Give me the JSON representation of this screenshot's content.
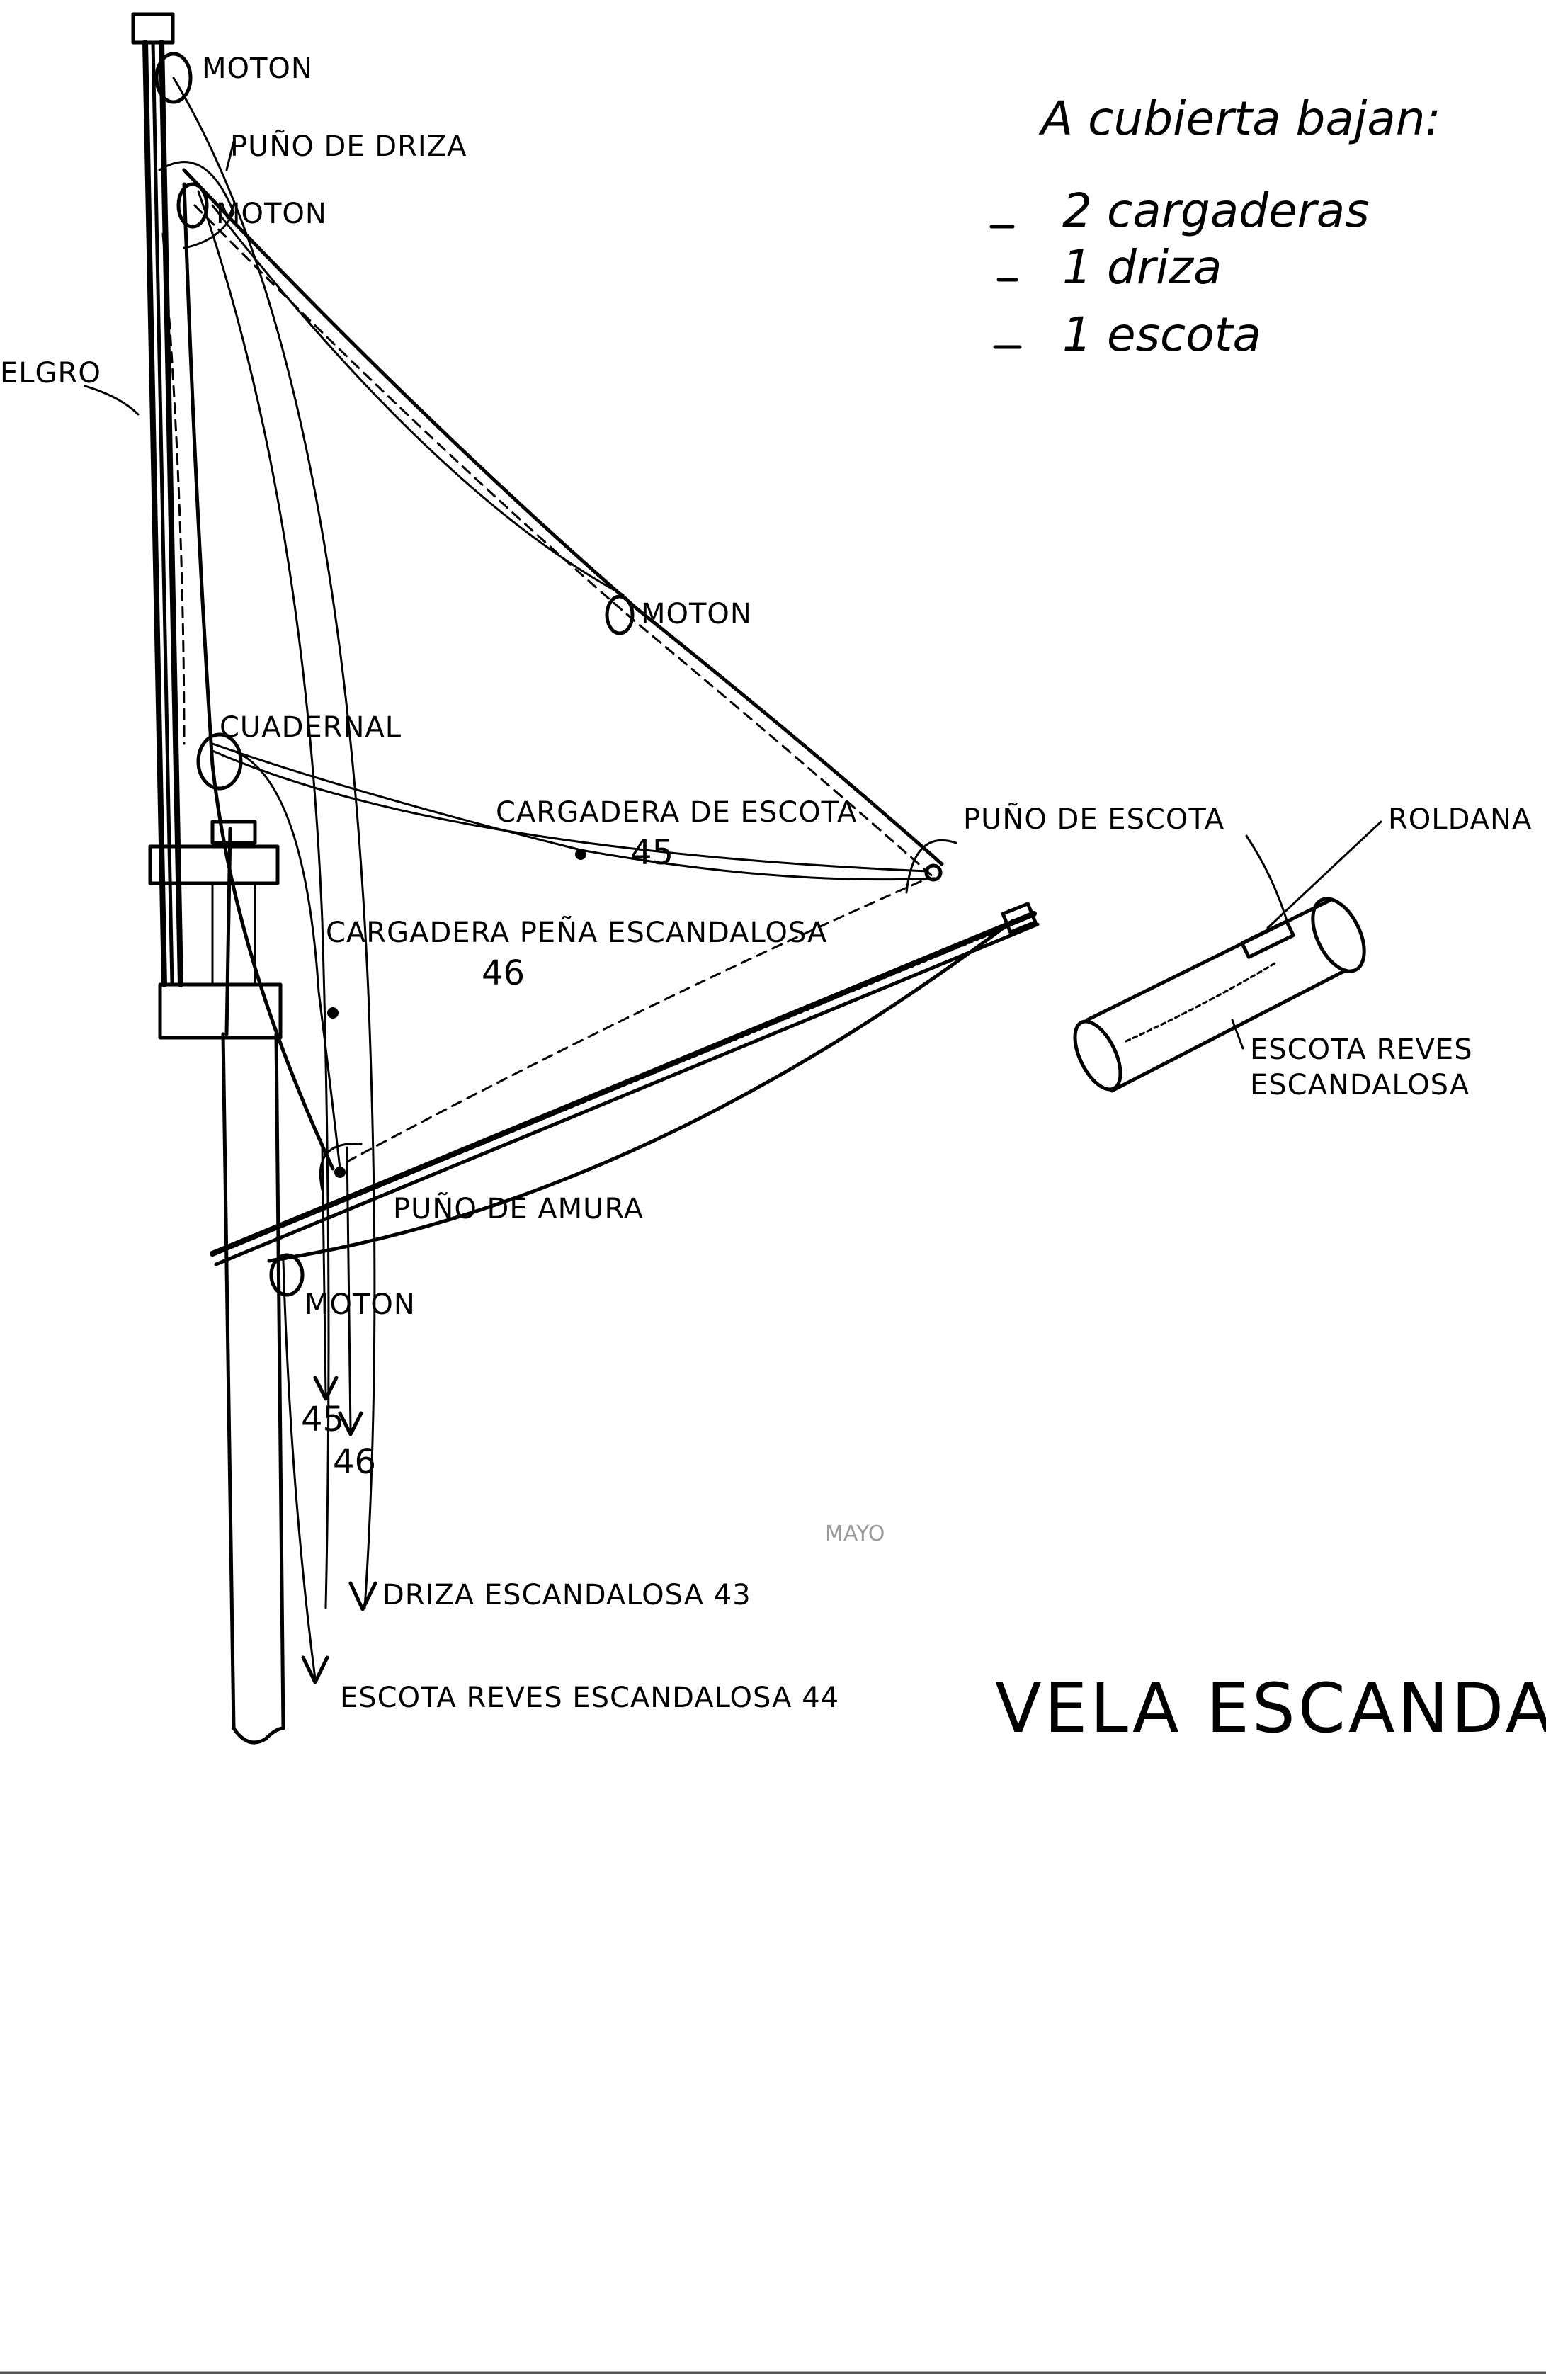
{
  "title": "VELA ESCANDALOSA",
  "deck_note": {
    "heading": "A cubierta bajan:",
    "items": [
      "2 cargaderas",
      "1 driza",
      "1 escota"
    ]
  },
  "labels": {
    "moton_top": "MOTON",
    "puno_driza": "PUÑO DE DRIZA",
    "moton_upper": "MOTON",
    "vela_edge": "ELGRO",
    "moton_mid": "MOTON",
    "cuadernal": "CUADERNAL",
    "cargadera_escota": "CARGADERA DE ESCOTA",
    "cargadera_escota_num": "45",
    "puno_escota": "PUÑO DE ESCOTA",
    "cargadera_pena": "CARGADERA PEÑA ESCANDALOSA",
    "cargadera_pena_num": "46",
    "puno_amura": "PUÑO DE AMURA",
    "moton_low": "MOTON",
    "arrow_45": "45",
    "arrow_46": "46",
    "driza": "DRIZA ESCANDALOSA 43",
    "escota_reves": "ESCOTA REVES ESCANDALOSA 44",
    "roldana": "ROLDANA",
    "detail_escota_l1": "ESCOTA REVES",
    "detail_escota_l2": "ESCANDALOSA",
    "stamp": "MAYO"
  }
}
